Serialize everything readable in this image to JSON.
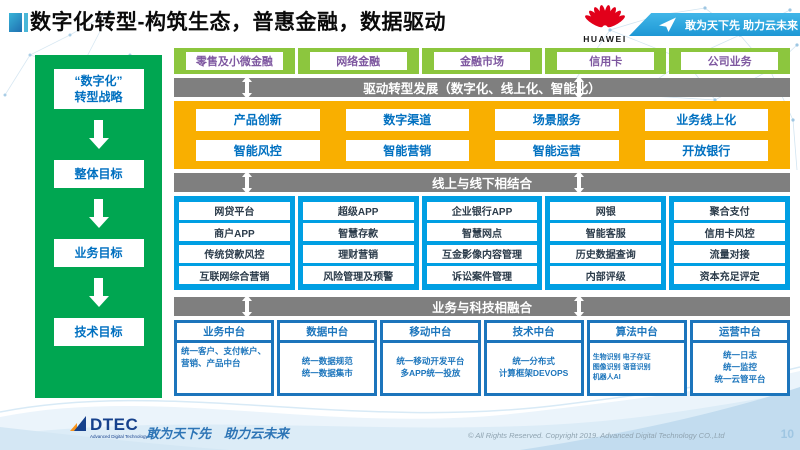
{
  "title": "数字化转型-构筑生态，普惠金融，数据驱动",
  "header": {
    "huawei_wordmark": "HUAWEI",
    "ribbon_text": "敢为天下先 助力云未来"
  },
  "sidebar": {
    "items": [
      "“数字化”\n转型战略",
      "整体目标",
      "业务目标",
      "技术目标"
    ]
  },
  "main": {
    "business_lines": [
      "零售及小微金融",
      "网络金融",
      "金融市场",
      "信用卡",
      "公司业务"
    ],
    "banner_drive": "驱动转型发展（数字化、线上化、智能化）",
    "capabilities": [
      "产品创新",
      "数字渠道",
      "场景服务",
      "业务线上化",
      "智能风控",
      "智能营销",
      "智能运营",
      "开放银行"
    ],
    "banner_online_offline": "线上与线下相结合",
    "applications": {
      "columns": [
        [
          "网贷平台",
          "商户APP",
          "传统贷款风控",
          "互联网综合营销"
        ],
        [
          "超级APP",
          "智慧存款",
          "理财营销",
          "风险管理及预警"
        ],
        [
          "企业银行APP",
          "智慧网点",
          "互金影像内容管理",
          "诉讼案件管理"
        ],
        [
          "网银",
          "智能客服",
          "历史数据查询",
          "内部评级"
        ],
        [
          "聚合支付",
          "信用卡风控",
          "流量对接",
          "资本充足评定"
        ]
      ]
    },
    "banner_tech": "业务与科技相融合",
    "platforms": [
      {
        "name": "业务中台",
        "desc": "统一客户、支付帐户、营销、产品中台"
      },
      {
        "name": "数据中台",
        "desc": "统一数据规范\n统一数据集市"
      },
      {
        "name": "移动中台",
        "desc": "统一移动开发平台\n多APP统一投放"
      },
      {
        "name": "技术中台",
        "desc": "统一分布式\n计算框架DEVOPS"
      },
      {
        "name": "算法中台",
        "desc": "生物识别 电子存证\n图像识别 语音识别\n机器人AI"
      },
      {
        "name": "运营中台",
        "desc": "统一日志\n统一监控\n统一云管平台"
      }
    ]
  },
  "footer": {
    "logo_text": "DTEC",
    "logo_subtext": "Advanced Digital Technology",
    "tagline": "敢为天下先　助力云未来",
    "copyright": "© All Rights Reserved. Copyright 2019. Advanced Digital Technology CO.,Ltd",
    "page_number": "10"
  },
  "colors": {
    "light_green": "#8CC63E",
    "green": "#00A651",
    "yellow": "#F9AF00",
    "bright_blue": "#009FE3",
    "dark_blue": "#1C75BC",
    "banner_gray": "#7F7F7F",
    "purple_text": "#7E57A0",
    "blue_text": "#0070C0",
    "huawei_red": "#E2001A"
  }
}
